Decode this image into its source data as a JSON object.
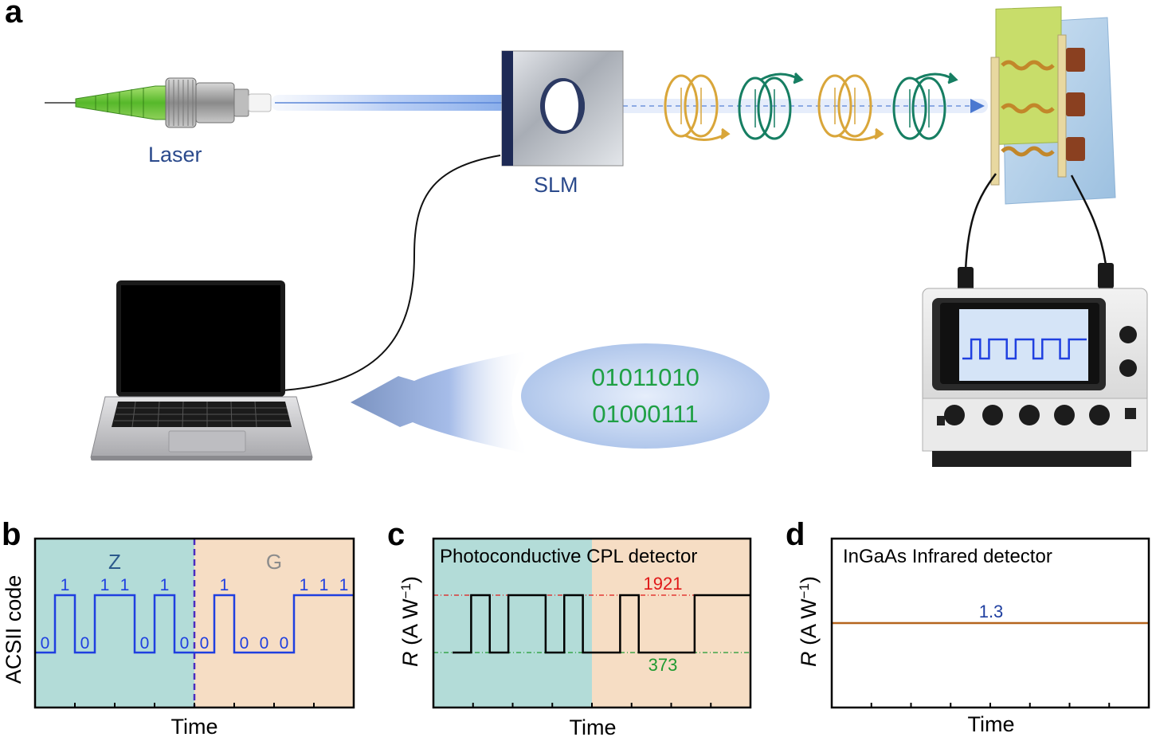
{
  "figure": {
    "panel_labels": {
      "a": "a",
      "b": "b",
      "c": "c",
      "d": "d"
    },
    "panel_a": {
      "laser_label": "Laser",
      "slm_label": "SLM",
      "binary_code": [
        "01011010",
        "01000111"
      ],
      "scope_signal_levels": [
        0,
        1,
        0,
        1,
        1,
        0,
        1,
        1,
        0,
        1,
        1,
        0,
        1,
        1
      ],
      "colors": {
        "beam": "#7aa3e8",
        "spiral_gold": "#d9a63a",
        "spiral_green": "#167e62",
        "scope_trace": "#2040e0",
        "code_text": "#1fa045",
        "label_text": "#2b4a8c"
      }
    }
  },
  "chart_data": [
    {
      "type": "line",
      "panel": "b",
      "xlabel": "Time",
      "ylabel": "ACSII code",
      "regions": [
        {
          "label": "Z",
          "from": 0,
          "to": 8,
          "color": "#b3dcd8",
          "label_color": "#2b5a8c"
        },
        {
          "label": "G",
          "from": 8,
          "to": 16,
          "color": "#f6ddc4",
          "label_color": "#8c8c8c"
        }
      ],
      "divider_at": 8,
      "divider_color": "#4a2bbf",
      "x_range": [
        0,
        16
      ],
      "y_range": [
        0,
        1
      ],
      "bits": [
        0,
        1,
        0,
        1,
        1,
        0,
        1,
        0,
        0,
        1,
        0,
        0,
        0,
        1,
        1,
        1
      ],
      "bit_labels": [
        "0",
        "1",
        "0",
        "1",
        "1",
        "0",
        "1",
        "0",
        "0",
        "1",
        "0",
        "0",
        "0",
        "1",
        "1",
        "1"
      ],
      "line_color": "#1f3fe0"
    },
    {
      "type": "line",
      "panel": "c",
      "title": "Photoconductive CPL detector",
      "xlabel": "Time",
      "ylabel": "R (A W−1)",
      "ylabel_parts": {
        "symbol": "R",
        "unit": " (A W",
        "exp": "−1",
        "close": ")"
      },
      "regions": [
        {
          "from": 0,
          "to": 8,
          "color": "#b3dcd8"
        },
        {
          "from": 8,
          "to": 16,
          "color": "#f6ddc4"
        }
      ],
      "x_range": [
        0,
        16
      ],
      "bits": [
        0,
        1,
        0,
        1,
        1,
        0,
        1,
        0,
        0,
        1,
        0,
        0,
        0,
        1,
        1,
        1
      ],
      "high_value": 1921,
      "low_value": 373,
      "high_label": "1921",
      "low_label": "373",
      "high_color": "#e01818",
      "low_color": "#1f9a30",
      "line_color": "#000000"
    },
    {
      "type": "line",
      "panel": "d",
      "title": "InGaAs Infrared detector",
      "xlabel": "Time",
      "ylabel": "R (A W−1)",
      "ylabel_parts": {
        "symbol": "R",
        "unit": " (A W",
        "exp": "−1",
        "close": ")"
      },
      "constant_value": 1.3,
      "value_label": "1.3",
      "value_color": "#1f3fa0",
      "line_color": "#b5651d"
    }
  ]
}
